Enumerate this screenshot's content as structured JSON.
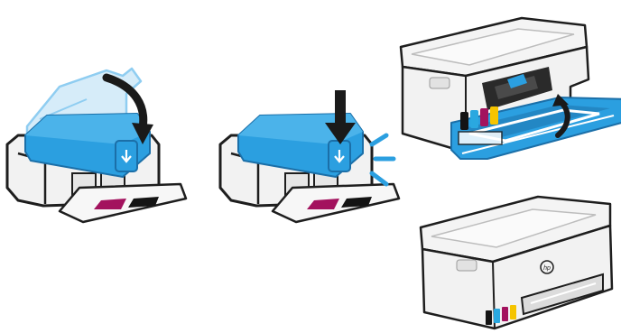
{
  "colors": {
    "blue": "#2b9fe0",
    "blue_light": "#8fcdf1",
    "blue_dark": "#1b6fa8",
    "gray_frame": "#efefef",
    "gray_line": "#1e1e1e",
    "magenta": "#a3125e",
    "black_ink": "#141414",
    "cyan": "#2aa8e0",
    "yellow": "#f5c400",
    "arrow": "#1a1a1a"
  },
  "printer_logo": "hp",
  "ink_colors": [
    "black",
    "cyan",
    "magenta",
    "yellow"
  ],
  "panels": [
    {
      "name": "close-latch-step",
      "icon": "curved-down-arrow-icon"
    },
    {
      "name": "press-latch-step",
      "icon": "down-arrow-icon"
    },
    {
      "name": "close-front-door-step",
      "icon": "curved-up-arrow-icon"
    },
    {
      "name": "printer-ready-step",
      "icon": "hp-logo-icon"
    }
  ]
}
